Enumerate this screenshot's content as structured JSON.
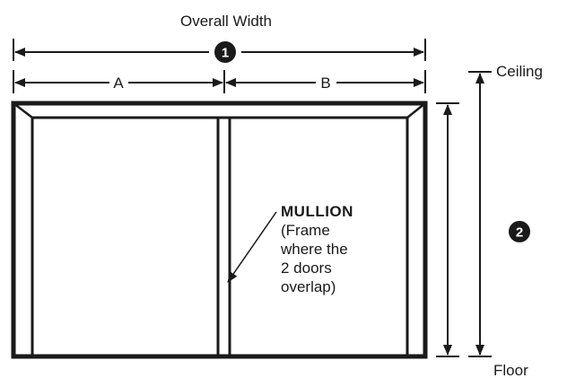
{
  "labels": {
    "overall_width": "Overall Width",
    "segment_a": "A",
    "segment_b": "B",
    "ceiling": "Ceiling",
    "floor": "Floor",
    "mullion_title": "MULLION",
    "mullion_note_lines": [
      "(Frame",
      "where the",
      "2 doors",
      "overlap)"
    ]
  },
  "callouts": {
    "width_number": "1",
    "height_number": "2"
  },
  "colors": {
    "ink": "#1a1a1a",
    "paper": "#ffffff"
  }
}
